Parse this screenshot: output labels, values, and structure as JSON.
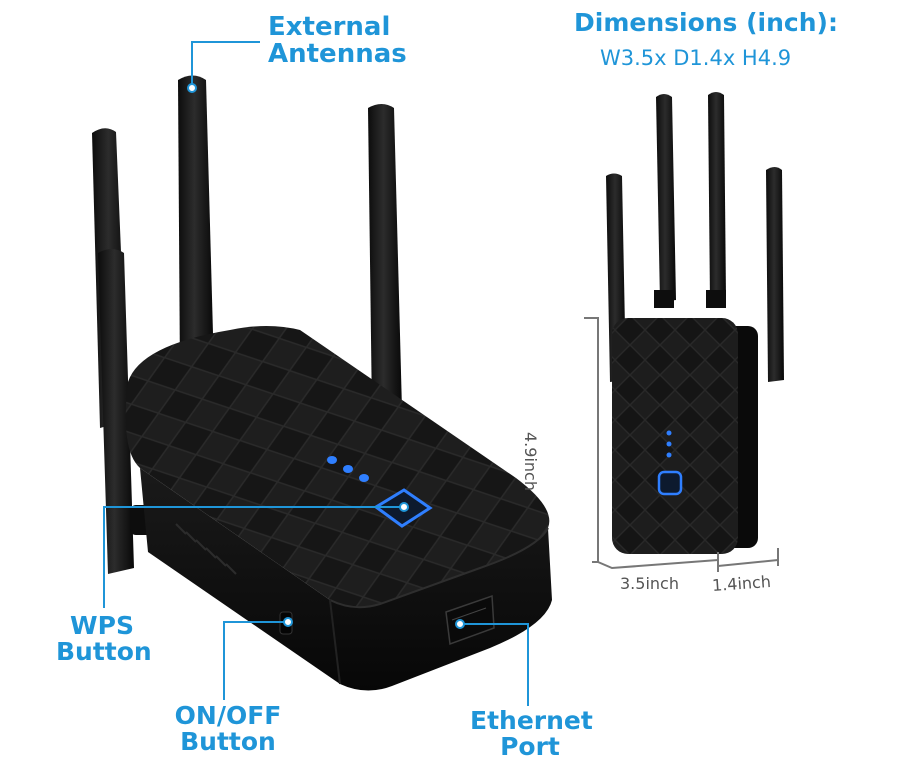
{
  "callouts": {
    "external_antennas": [
      "External",
      "Antennas"
    ],
    "wps_button": [
      "WPS",
      "Button"
    ],
    "on_off_button": [
      "ON/OFF",
      "Button"
    ],
    "ethernet_port": [
      "Ethernet",
      "Port"
    ]
  },
  "dimensions": {
    "title": "Dimensions (inch):",
    "values": "W3.5x D1.4x H4.9",
    "height_label": "4.9inch",
    "width_label": "3.5inch",
    "depth_label": "1.4inch"
  },
  "colors": {
    "accent": "#1f95d8",
    "device": "#141414",
    "led": "#2f7fff",
    "measure_line": "#777777"
  }
}
